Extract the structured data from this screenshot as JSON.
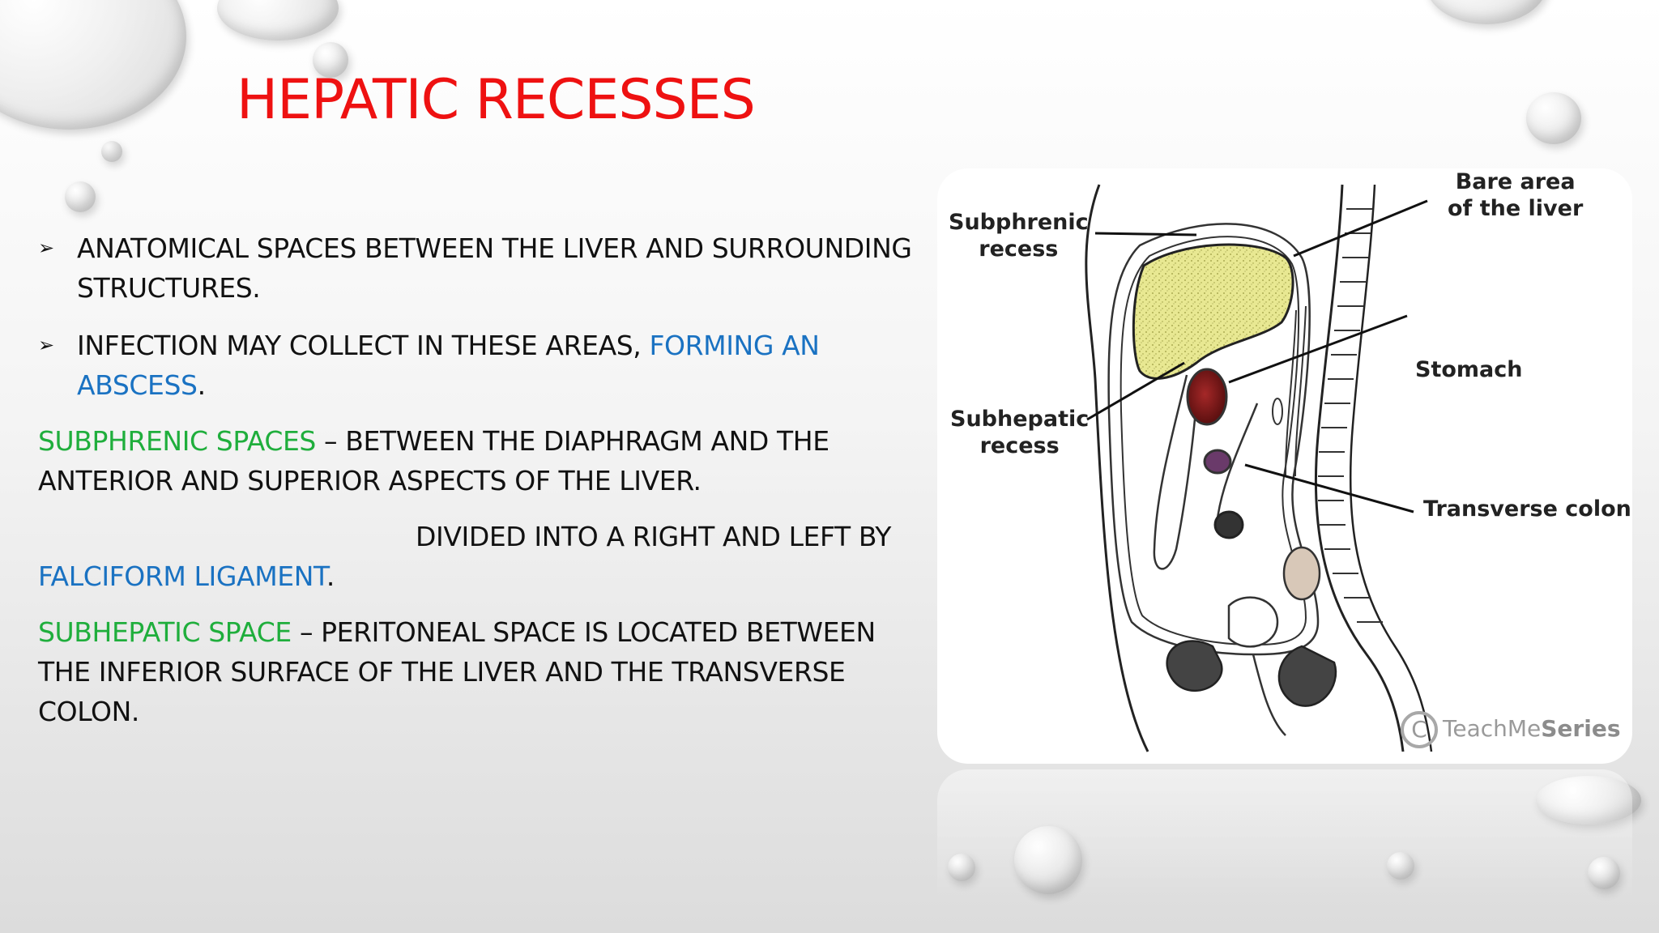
{
  "slide": {
    "title": "HEPATIC RECESSES",
    "bullets": [
      {
        "text": "ANATOMICAL SPACES BETWEEN THE LIVER AND SURROUNDING STRUCTURES.",
        "highlight": ""
      },
      {
        "text": "INFECTION MAY COLLECT IN THESE AREAS, ",
        "highlight": "FORMING AN ABSCESS",
        "trail": "."
      }
    ],
    "subphrenic": {
      "term": "SUBPHRENIC SPACES",
      "desc": " –  BETWEEN THE DIAPHRAGM AND THE ANTERIOR AND SUPERIOR ASPECTS OF THE LIVER.",
      "divided": "DIVIDED INTO A RIGHT AND LEFT BY",
      "ligament": "FALCIFORM LIGAMENT",
      "trail": "."
    },
    "subhepatic": {
      "term": "SUBHEPATIC SPACE",
      "desc": " – PERITONEAL SPACE IS LOCATED BETWEEN THE INFERIOR SURFACE OF THE LIVER AND THE TRANSVERSE COLON."
    }
  },
  "figure": {
    "labels": {
      "subphrenic": "Subphrenic\nrecess",
      "bare_area": "Bare area\nof the liver",
      "stomach": "Stomach",
      "subhepatic": "Subhepatic\nrecess",
      "transverse_colon": "Transverse colon"
    },
    "watermark": {
      "c": "C",
      "brand_light": "TeachMe",
      "brand_bold": "Series"
    }
  },
  "colors": {
    "title": "#ee1111",
    "blue_highlight": "#1a72c2",
    "green_term": "#1fae3c",
    "liver": "#e8e892",
    "stomach": "#8b1a1a",
    "colon": "#6a3a6a"
  },
  "icons": {
    "bullet": "arrowhead-bullet-icon"
  }
}
